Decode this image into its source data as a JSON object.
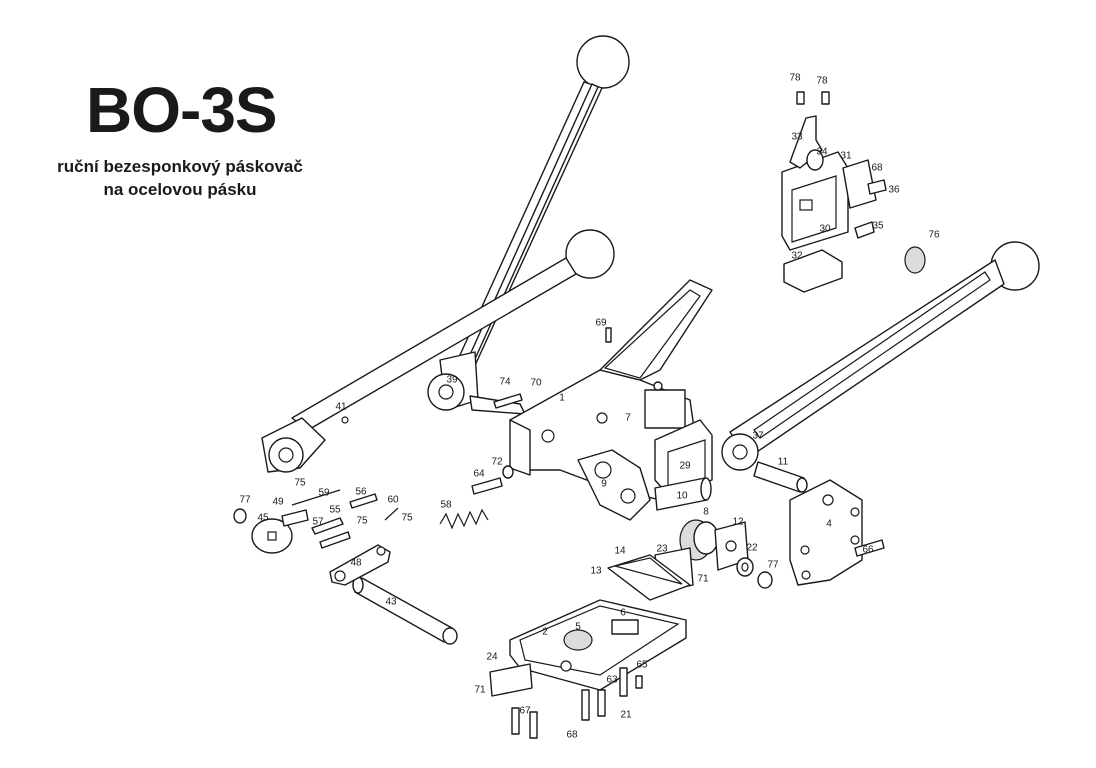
{
  "title": "BO-3S",
  "subtitle_line1": "ruční bezesponkový páskovač",
  "subtitle_line2": "na ocelovou pásku",
  "part_labels": [
    "1",
    "2",
    "4",
    "5",
    "6",
    "7",
    "8",
    "9",
    "10",
    "11",
    "12",
    "13",
    "14",
    "21",
    "22",
    "23",
    "24",
    "29",
    "30",
    "31",
    "32",
    "33",
    "34",
    "35",
    "36",
    "37",
    "39",
    "41",
    "43",
    "45",
    "48",
    "49",
    "55",
    "56",
    "57",
    "58",
    "59",
    "60",
    "63",
    "64",
    "65",
    "66",
    "67",
    "68",
    "68",
    "69",
    "70",
    "71",
    "71",
    "72",
    "74",
    "75",
    "75",
    "75",
    "76",
    "77",
    "77",
    "78",
    "78"
  ]
}
